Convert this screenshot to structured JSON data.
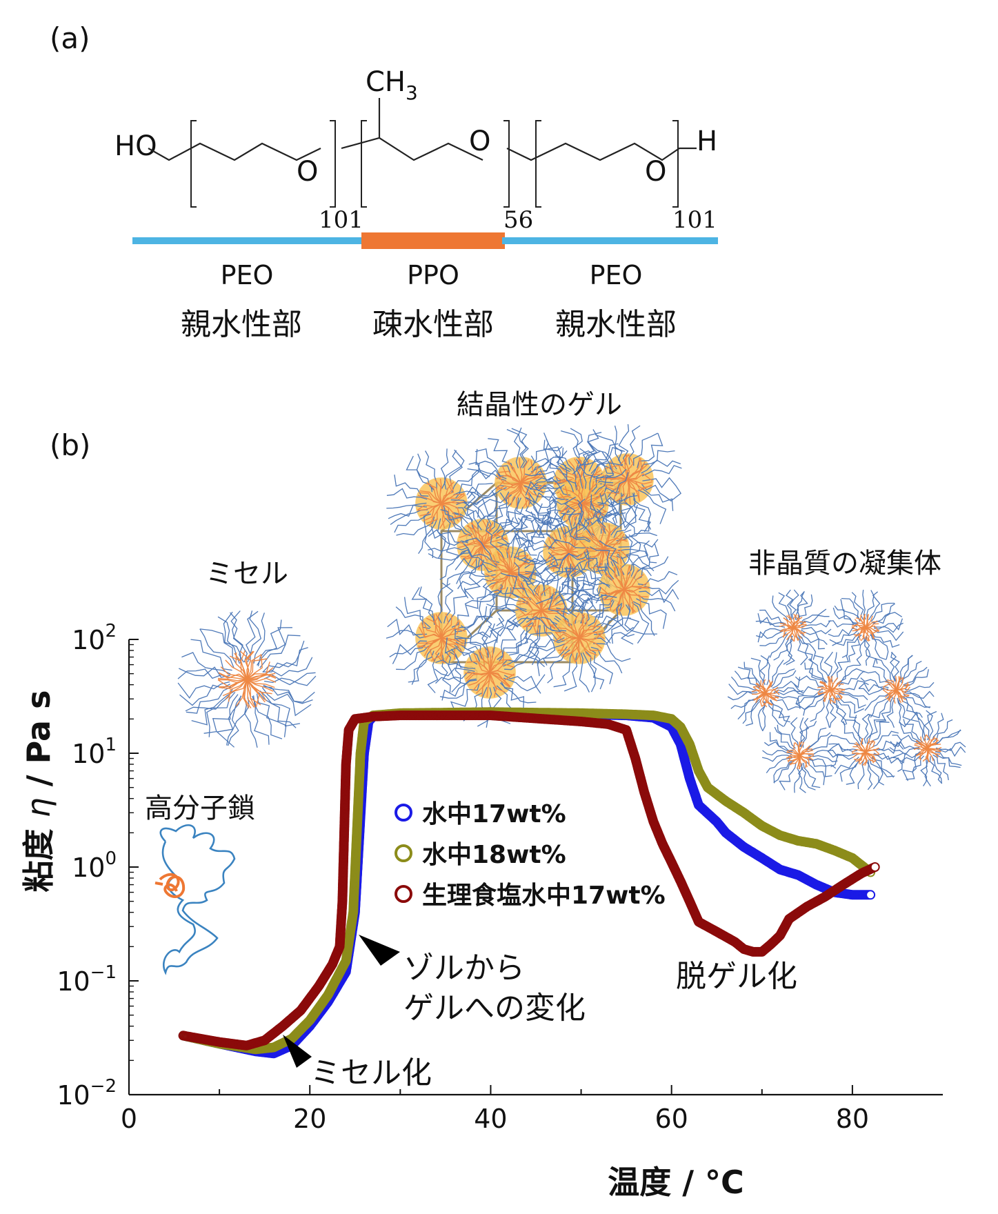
{
  "panel_a": {
    "label": "(a)",
    "formula": {
      "left_end": "HO",
      "right_end": "H",
      "methyl": "CH",
      "methyl_sub": "3",
      "oxygen": "O",
      "n1": "101",
      "n2": "56",
      "n3": "101"
    },
    "blocks": [
      {
        "name": "PEO",
        "role": "親水性部",
        "color": "#4db4e3"
      },
      {
        "name": "PPO",
        "role": "疎水性部",
        "color": "#ee7733"
      },
      {
        "name": "PEO",
        "role": "親水性部",
        "color": "#4db4e3"
      }
    ]
  },
  "panel_b": {
    "label": "(b)",
    "illustrations": {
      "micelle": "ミセル",
      "crystal_gel": "結晶性のゲル",
      "amorphous": "非晶質の凝集体",
      "polymer_chain": "高分子鎖"
    },
    "annotations": {
      "sol_gel_line1": "ゾルから",
      "sol_gel_line2": "ゲルへの変化",
      "micellization": "ミセル化",
      "degel": "脱ゲル化"
    },
    "colors": {
      "shell": "#4e79b8",
      "core": "#ee8844",
      "core_fill": "#f9c45a",
      "lattice": "#9b8a63"
    }
  },
  "chart_data": {
    "type": "scatter",
    "xlabel": "温度 / °C",
    "ylabel_prefix": "粘度 ",
    "ylabel_symbol": "η",
    "ylabel_suffix": " / Pa s",
    "xlim": [
      0,
      90
    ],
    "ylim": [
      0.01,
      100
    ],
    "yscale": "log",
    "xticks": [
      0,
      20,
      40,
      60,
      80
    ],
    "xtick_labels": [
      "0",
      "20",
      "40",
      "60",
      "80"
    ],
    "yticks": [
      0.01,
      0.1,
      1,
      10,
      100
    ],
    "ytick_labels": [
      {
        "base": "10",
        "exp": "−2"
      },
      {
        "base": "10",
        "exp": "−1"
      },
      {
        "base": "10",
        "exp": "0"
      },
      {
        "base": "10",
        "exp": "1"
      },
      {
        "base": "10",
        "exp": "2"
      }
    ],
    "legend_position": "center",
    "series": [
      {
        "name": "水中17wt%",
        "color": "#1a1ae6",
        "points": [
          [
            6,
            0.033
          ],
          [
            10,
            0.028
          ],
          [
            14,
            0.024
          ],
          [
            16,
            0.023
          ],
          [
            18,
            0.027
          ],
          [
            20,
            0.04
          ],
          [
            22,
            0.065
          ],
          [
            24,
            0.12
          ],
          [
            25,
            0.4
          ],
          [
            25.5,
            2
          ],
          [
            26,
            10
          ],
          [
            26.5,
            19
          ],
          [
            27,
            21
          ],
          [
            30,
            22
          ],
          [
            40,
            22.5
          ],
          [
            50,
            22
          ],
          [
            55,
            21.5
          ],
          [
            58,
            20.5
          ],
          [
            60,
            17
          ],
          [
            61,
            12
          ],
          [
            62,
            6
          ],
          [
            63,
            3.5
          ],
          [
            65,
            2.5
          ],
          [
            66,
            2
          ],
          [
            68,
            1.5
          ],
          [
            70,
            1.2
          ],
          [
            72,
            0.95
          ],
          [
            74,
            0.85
          ],
          [
            76,
            0.7
          ],
          [
            78,
            0.6
          ],
          [
            80,
            0.57
          ],
          [
            82,
            0.57
          ]
        ]
      },
      {
        "name": "水中18wt%",
        "color": "#8c8c1a",
        "points": [
          [
            6,
            0.033
          ],
          [
            10,
            0.028
          ],
          [
            14,
            0.025
          ],
          [
            16,
            0.026
          ],
          [
            18,
            0.031
          ],
          [
            20,
            0.045
          ],
          [
            22,
            0.075
          ],
          [
            24,
            0.15
          ],
          [
            24.8,
            0.4
          ],
          [
            25.2,
            2
          ],
          [
            25.6,
            10
          ],
          [
            26,
            19
          ],
          [
            27,
            21.5
          ],
          [
            30,
            22.5
          ],
          [
            40,
            23
          ],
          [
            50,
            22.5
          ],
          [
            55,
            22
          ],
          [
            58,
            21.5
          ],
          [
            60,
            20
          ],
          [
            61,
            17
          ],
          [
            62,
            12
          ],
          [
            63,
            7
          ],
          [
            64,
            5
          ],
          [
            66,
            3.8
          ],
          [
            68,
            3
          ],
          [
            70,
            2.3
          ],
          [
            72,
            1.9
          ],
          [
            74,
            1.7
          ],
          [
            76,
            1.6
          ],
          [
            78,
            1.4
          ],
          [
            80,
            1.2
          ],
          [
            82,
            0.9
          ]
        ]
      },
      {
        "name": "生理食塩水中17wt%",
        "color": "#8b0a0a",
        "points": [
          [
            6,
            0.033
          ],
          [
            10,
            0.029
          ],
          [
            13,
            0.027
          ],
          [
            15,
            0.03
          ],
          [
            17,
            0.04
          ],
          [
            19,
            0.055
          ],
          [
            21,
            0.09
          ],
          [
            22.5,
            0.14
          ],
          [
            23.3,
            0.2
          ],
          [
            23.6,
            0.5
          ],
          [
            23.8,
            2
          ],
          [
            24,
            8
          ],
          [
            24.3,
            16
          ],
          [
            25,
            20
          ],
          [
            27,
            21
          ],
          [
            30,
            21.5
          ],
          [
            40,
            21.5
          ],
          [
            50,
            19
          ],
          [
            53,
            18
          ],
          [
            55,
            16
          ],
          [
            56,
            9
          ],
          [
            57,
            4.5
          ],
          [
            58,
            2.5
          ],
          [
            59,
            1.6
          ],
          [
            60,
            1.1
          ],
          [
            61,
            0.75
          ],
          [
            62,
            0.5
          ],
          [
            63,
            0.33
          ],
          [
            65,
            0.27
          ],
          [
            67,
            0.22
          ],
          [
            68,
            0.19
          ],
          [
            69,
            0.18
          ],
          [
            70,
            0.18
          ],
          [
            71,
            0.21
          ],
          [
            72,
            0.25
          ],
          [
            73,
            0.35
          ],
          [
            75,
            0.45
          ],
          [
            77,
            0.55
          ],
          [
            79,
            0.7
          ],
          [
            81,
            0.88
          ],
          [
            82.5,
            1.0
          ]
        ]
      }
    ]
  }
}
